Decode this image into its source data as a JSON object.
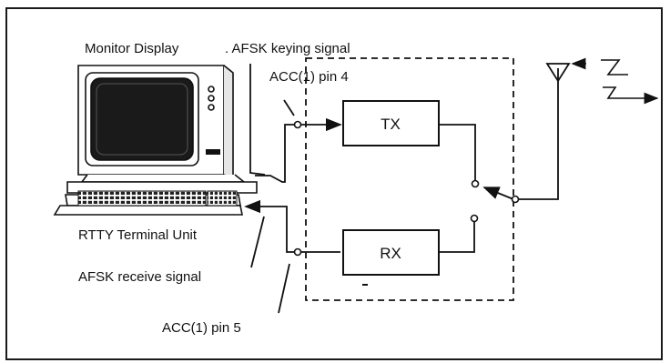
{
  "labels": {
    "monitor_display": "Monitor Display",
    "afsk_keying": ". AFSK keying signal",
    "acc_pin4": "ACC(1) pin 4",
    "rtty_unit": "RTTY Terminal Unit",
    "afsk_receive": "AFSK receive signal",
    "acc_pin5": "ACC(1) pin 5",
    "tx": "TX",
    "rx": "RX"
  },
  "icons": [
    "computer-terminal-icon",
    "antenna-icon",
    "radio-wave-arrows-icon"
  ],
  "colors": {
    "ink": "#111111",
    "screen": "#1a1a1a",
    "background": "#ffffff"
  }
}
